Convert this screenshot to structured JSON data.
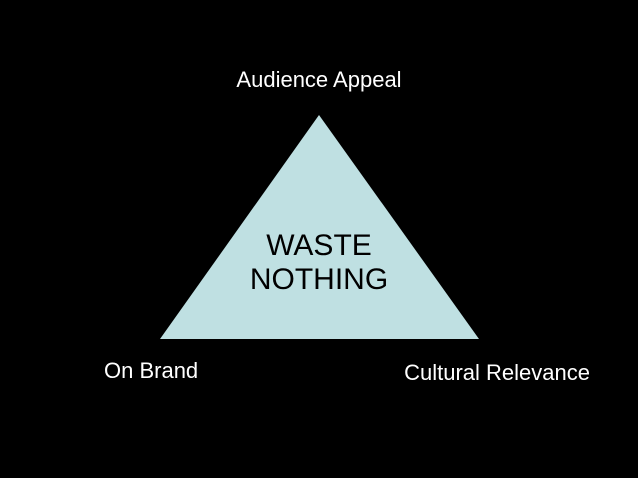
{
  "diagram": {
    "labels": {
      "top": "Audience Appeal",
      "left": "On Brand",
      "right": "Cultural Relevance"
    },
    "center": {
      "line1": "WASTE",
      "line2": "NOTHING"
    },
    "colors": {
      "background": "#000000",
      "triangle_fill": "#bfe0e2",
      "label_text": "#ffffff",
      "center_text": "#000000"
    }
  }
}
